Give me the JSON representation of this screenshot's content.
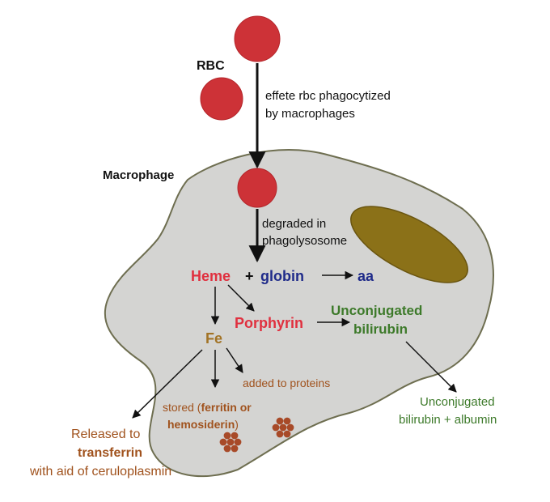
{
  "labels": {
    "rbc": "RBC",
    "macrophage": "Macrophage",
    "phagocytized_line1": "effete rbc phagocytized",
    "phagocytized_line2": "by macrophages",
    "degraded_line1": "degraded in",
    "degraded_line2": "phagolysosome",
    "heme": "Heme",
    "plus": "+",
    "globin": "globin",
    "aa": "aa",
    "porphyrin": "Porphyrin",
    "unconj_line1": "Unconjugated",
    "unconj_line2": "bilirubin",
    "fe": "Fe",
    "added_to_proteins": "added to proteins",
    "stored_prefix": "stored (",
    "ferritin_or": "ferritin or",
    "hemosiderin": "hemosiderin",
    "stored_suffix": ")",
    "released_to": "Released to",
    "transferrin": "transferrin",
    "ceruloplasmin": "with aid of ceruloplasmin",
    "albumin_line1": "Unconjugated",
    "albumin_line2": "bilirubin + albumin"
  },
  "colors": {
    "rbc": "#cd3237",
    "rbc_stroke": "#b4252a",
    "cell_fill": "#d4d4d2",
    "cell_stroke": "#6e6e50",
    "organelle": "#8b7118",
    "organelle_stroke": "#6a5510",
    "heme_red": "#e0303f",
    "globin_blue": "#1f2b8a",
    "iron_brown": "#a0521d",
    "fe_gold": "#a27325",
    "bilirubin_green": "#3d7a2a",
    "text_dark": "#111111",
    "granule": "#a84a28"
  }
}
